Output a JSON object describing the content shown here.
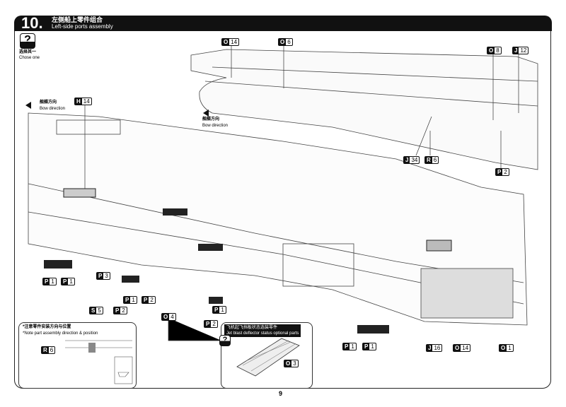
{
  "step": {
    "number": "10.",
    "title_cn": "左侧船上零件组合",
    "title_en": "Left-side ports assembly"
  },
  "choose": {
    "icon": "question-icon",
    "cn": "选择其一",
    "en": "Chose one"
  },
  "bow": [
    {
      "cn": "舰艏方向",
      "en": "Bow direction"
    },
    {
      "cn": "舰艏方向",
      "en": "Bow direction"
    }
  ],
  "labels": [
    {
      "l": "O",
      "n": "14"
    },
    {
      "l": "O",
      "n": "6"
    },
    {
      "l": "O",
      "n": "8"
    },
    {
      "l": "J",
      "n": "12"
    },
    {
      "l": "H",
      "n": "14"
    },
    {
      "l": "J",
      "n": "34"
    },
    {
      "l": "R",
      "n": "6"
    },
    {
      "l": "P",
      "n": "2"
    },
    {
      "l": "P",
      "n": "1"
    },
    {
      "l": "P",
      "n": "1"
    },
    {
      "l": "P",
      "n": "3"
    },
    {
      "l": "S",
      "n": "5"
    },
    {
      "l": "P",
      "n": "2"
    },
    {
      "l": "P",
      "n": "1"
    },
    {
      "l": "P",
      "n": "2"
    },
    {
      "l": "O",
      "n": "4"
    },
    {
      "l": "P",
      "n": "2"
    },
    {
      "l": "P",
      "n": "1"
    },
    {
      "l": "P",
      "n": "1"
    },
    {
      "l": "P",
      "n": "1"
    },
    {
      "l": "J",
      "n": "16"
    },
    {
      "l": "O",
      "n": "14"
    },
    {
      "l": "O",
      "n": "1"
    },
    {
      "l": "R",
      "n": "6"
    },
    {
      "l": "O",
      "n": "3"
    }
  ],
  "note": {
    "cn": "*注意零件安装方向与位置",
    "en": "*Note part assembly direction & position"
  },
  "optional": {
    "cn": "飞机起飞挡板状态选装零件",
    "en": "Jet blast deflector status optional parts"
  },
  "page_number": "9"
}
